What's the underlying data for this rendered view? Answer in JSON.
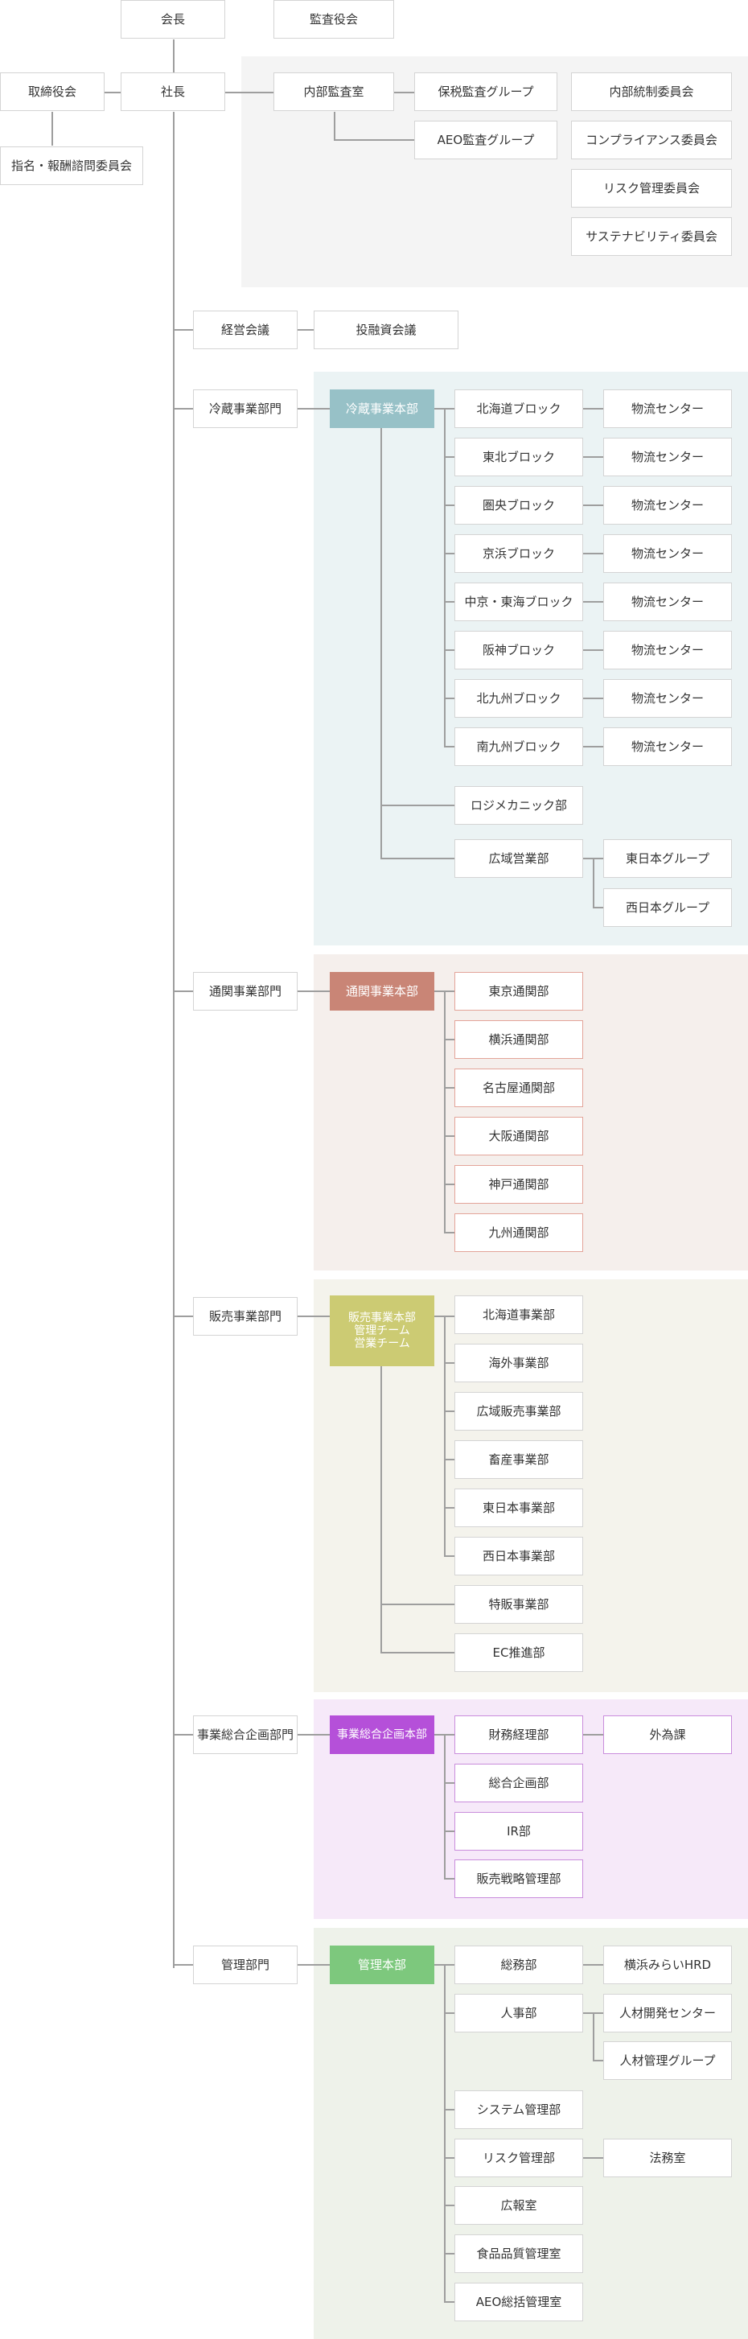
{
  "top": {
    "chairman": "会長",
    "auditors": "監査役会",
    "board": "取締役会",
    "president": "社長",
    "nomination": "指名・報酬諮問委員会"
  },
  "audit": {
    "internal_audit": "内部監査室",
    "groups": [
      "保税監査グループ",
      "AEO監査グループ"
    ],
    "committees": [
      "内部統制委員会",
      "コンプライアンス委員会",
      "リスク管理委員会",
      "サステナビリティ委員会"
    ]
  },
  "meetings": {
    "management": "経営会議",
    "investment": "投融資会議"
  },
  "divisions": {
    "reizou": {
      "division": "冷蔵事業部門",
      "hq": "冷蔵事業本部",
      "color": "#97c1c7",
      "bg": "#ebf3f4",
      "blocks": [
        "北海道ブロック",
        "東北ブロック",
        "圏央ブロック",
        "京浜ブロック",
        "中京・東海ブロック",
        "阪神ブロック",
        "北九州ブロック",
        "南九州ブロック"
      ],
      "center": "物流センター",
      "logi": "ロジメカニック部",
      "wide": "広域営業部",
      "wide_groups": [
        "東日本グループ",
        "西日本グループ"
      ]
    },
    "tsukan": {
      "division": "通関事業部門",
      "hq": "通関事業本部",
      "color": "#c98576",
      "bg": "#f5efec",
      "units": [
        "東京通関部",
        "横浜通関部",
        "名古屋通関部",
        "大阪通関部",
        "神戸通関部",
        "九州通関部"
      ]
    },
    "hanbai": {
      "division": "販売事業部門",
      "hq": "販売事業本部\n管理チーム\n営業チーム",
      "color": "#cccb73",
      "bg": "#f4f3ec",
      "units": [
        "北海道事業部",
        "海外事業部",
        "広域販売事業部",
        "畜産事業部",
        "東日本事業部",
        "西日本事業部",
        "特販事業部",
        "EC推進部"
      ]
    },
    "kikaku": {
      "division": "事業総合企画部門",
      "hq": "事業総合企画本部",
      "color": "#b550d9",
      "bg": "#f6e9f9",
      "units": [
        "財務経理部",
        "総合企画部",
        "IR部",
        "販売戦略管理部"
      ],
      "forex": "外為課"
    },
    "kanri": {
      "division": "管理部門",
      "hq": "管理本部",
      "color": "#7dc87d",
      "bg": "#eef2ea",
      "units": [
        "総務部",
        "人事部",
        "システム管理部",
        "リスク管理部",
        "広報室",
        "食品品質管理室",
        "AEO総括管理室"
      ],
      "somu_sub": "横浜みらいHRD",
      "jinji_sub": [
        "人材開発センター",
        "人材管理グループ"
      ],
      "risk_sub": "法務室"
    }
  },
  "colors": {
    "line": "#9e9e9e",
    "border": "#d4d4d4",
    "audit_bg": "#f4f4f4"
  }
}
